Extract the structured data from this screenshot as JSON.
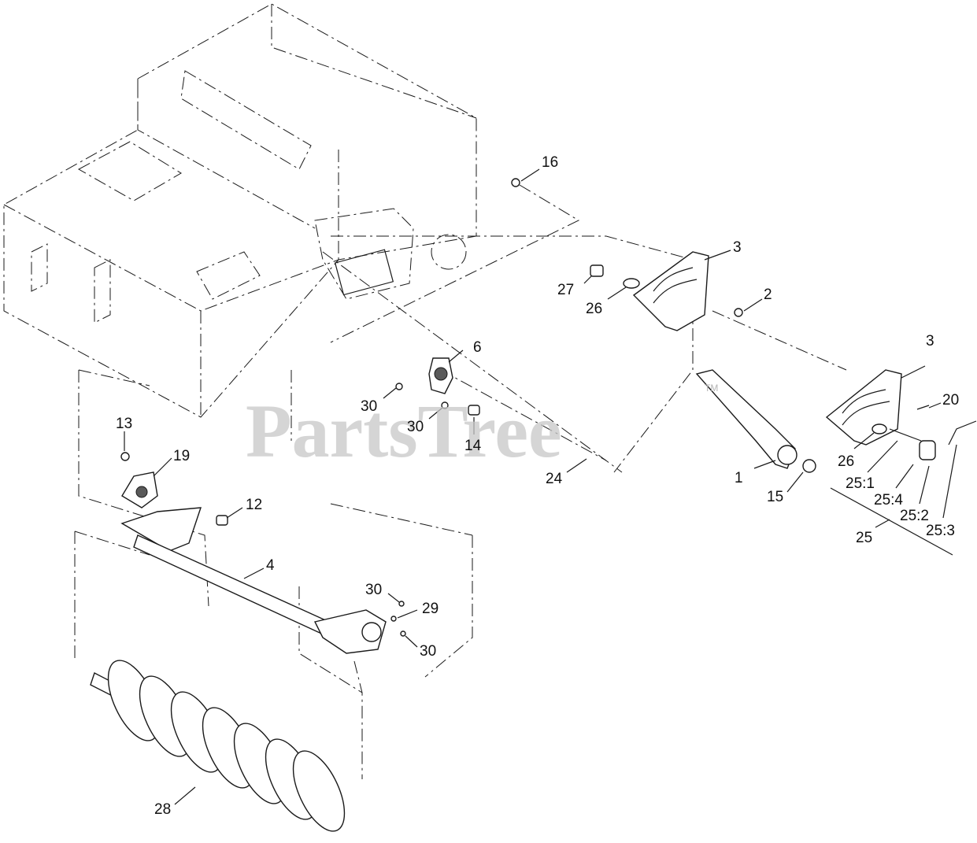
{
  "watermark": {
    "text": "PartsTree",
    "mark": "TM"
  },
  "callouts": [
    {
      "id": "c16",
      "text": "16"
    },
    {
      "id": "c3a",
      "text": "3"
    },
    {
      "id": "c27",
      "text": "27"
    },
    {
      "id": "c26a",
      "text": "26"
    },
    {
      "id": "c2",
      "text": "2"
    },
    {
      "id": "c6",
      "text": "6"
    },
    {
      "id": "c3b",
      "text": "3"
    },
    {
      "id": "c20",
      "text": "20"
    },
    {
      "id": "c30a",
      "text": "30"
    },
    {
      "id": "c30b",
      "text": "30"
    },
    {
      "id": "c14",
      "text": "14"
    },
    {
      "id": "c26b",
      "text": "26"
    },
    {
      "id": "c25_1",
      "text": "25:1"
    },
    {
      "id": "c25_4",
      "text": "25:4"
    },
    {
      "id": "c25_2",
      "text": "25:2"
    },
    {
      "id": "c25_3",
      "text": "25:3"
    },
    {
      "id": "c25",
      "text": "25"
    },
    {
      "id": "c1",
      "text": "1"
    },
    {
      "id": "c15",
      "text": "15"
    },
    {
      "id": "c24",
      "text": "24"
    },
    {
      "id": "c13",
      "text": "13"
    },
    {
      "id": "c19",
      "text": "19"
    },
    {
      "id": "c12",
      "text": "12"
    },
    {
      "id": "c4",
      "text": "4"
    },
    {
      "id": "c30c",
      "text": "30"
    },
    {
      "id": "c29",
      "text": "29"
    },
    {
      "id": "c30d",
      "text": "30"
    },
    {
      "id": "c28",
      "text": "28"
    }
  ]
}
